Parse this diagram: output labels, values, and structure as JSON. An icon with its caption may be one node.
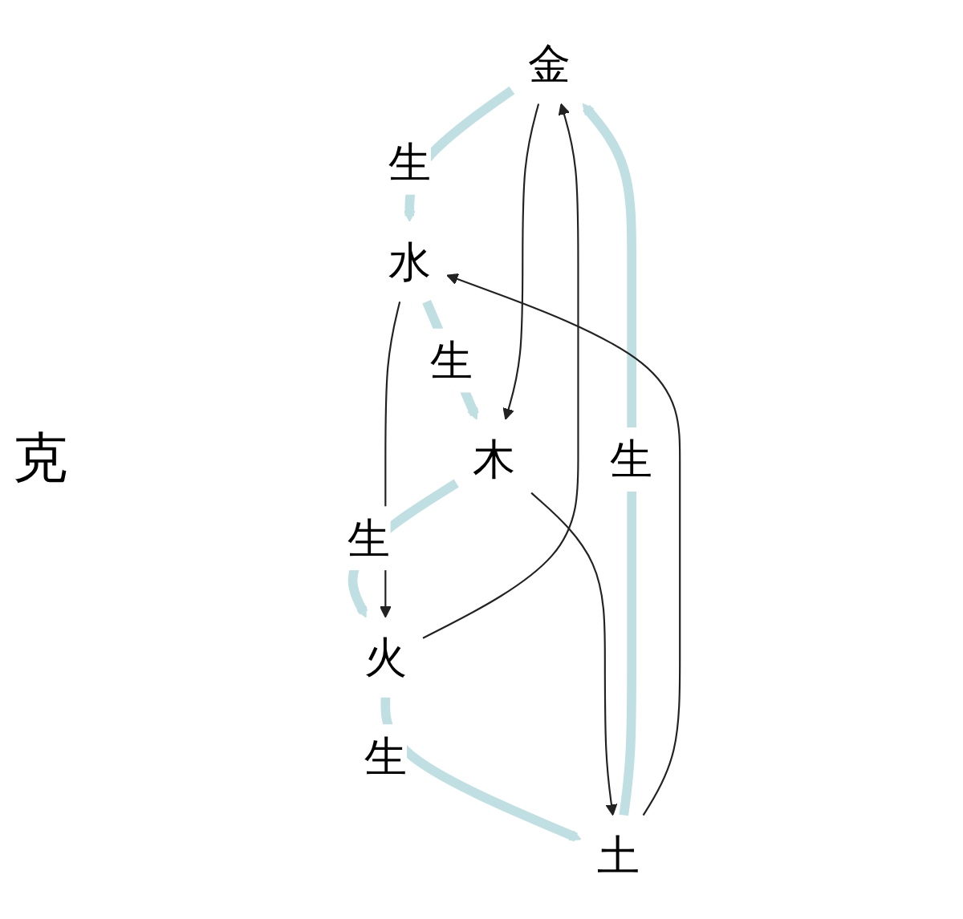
{
  "diagram": {
    "nodes": [
      {
        "text": [
          "金"
        ]
      },
      {
        "text": [
          "水"
        ]
      },
      {
        "text": [
          "土"
        ]
      },
      {
        "text": [
          "木"
        ]
      },
      {
        "text": [
          "火"
        ]
      }
    ],
    "edges": [
      {
        "from": 0,
        "to": 1,
        "arrow": "to",
        "label": "生",
        "style": "thick",
        "color": "#bfdfe3"
      },
      {
        "from": 1,
        "to": 3,
        "arrow": "to",
        "label": "生",
        "style": "thick",
        "color": "#bfdfe3"
      },
      {
        "from": 3,
        "to": 4,
        "arrow": "to",
        "label": "生",
        "style": "thick",
        "color": "#bfdfe3"
      },
      {
        "from": 4,
        "to": 2,
        "arrow": "to",
        "label": "生",
        "style": "thick",
        "color": "#bfdfe3"
      },
      {
        "from": 2,
        "to": 0,
        "arrow": "to",
        "label": "生",
        "style": "thick",
        "color": "#bfdfe3"
      },
      {
        "from": 0,
        "to": 3,
        "arrow": "to",
        "color": "#222222"
      },
      {
        "from": 3,
        "to": 2,
        "arrow": "to",
        "color": "#222222"
      },
      {
        "from": 2,
        "to": 1,
        "arrow": "to",
        "color": "#222222"
      },
      {
        "from": 1,
        "to": 4,
        "arrow": "to",
        "color": "#222222"
      },
      {
        "from": 4,
        "to": 0,
        "arrow": "to",
        "color": "#222222"
      }
    ],
    "labels": [
      "克"
    ]
  }
}
